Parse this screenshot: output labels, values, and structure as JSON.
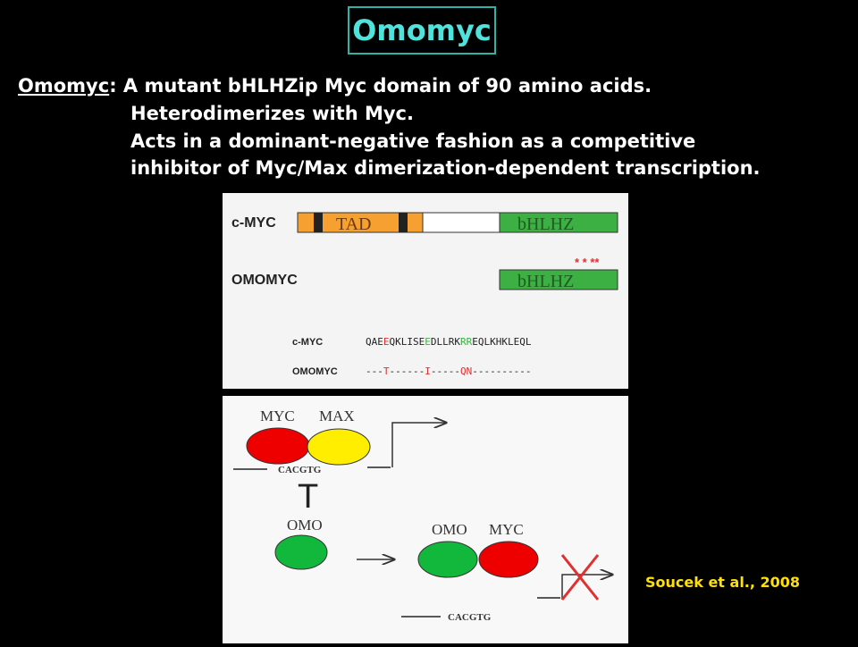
{
  "slide": {
    "title": "Omomyc",
    "term": "Omomyc",
    "desc_line1": ": A mutant bHLHZip Myc domain of 90 amino acids.",
    "desc_line2": "Heterodimerizes with Myc.",
    "desc_line3": "Acts in a dominant-negative fashion as a competitive",
    "desc_line4": "inhibitor of Myc/Max dimerization-dependent transcription.",
    "citation": "Soucek et al., 2008"
  },
  "domain_panel": {
    "cmyc_label": "c-MYC",
    "tad_label": "TAD",
    "bhlhz_label": "bHLHZ",
    "omomyc_label": "OMOMYC",
    "omomyc_bhlhz_label": "bHLHZ",
    "mutation_marks": "* * **",
    "seq_cmyc_label": "c-MYC",
    "seq_omomyc_label": "OMOMYC",
    "seq_cmyc": [
      "QAE",
      "E",
      "QKLISE",
      "E",
      "DLLRK",
      "RR",
      "EQLKHKLEQL"
    ],
    "seq_omomyc": [
      "---",
      "T",
      "------",
      "I",
      "-----",
      "QN",
      "----------"
    ]
  },
  "mechanism_panel": {
    "myc_label": "MYC",
    "max_label": "MAX",
    "ebox1": "CACGTG",
    "inhibit_symbol": "T",
    "omo_label": "OMO",
    "omo2_label": "OMO",
    "myc2_label": "MYC",
    "ebox2": "CACGTG"
  },
  "colors": {
    "background": "#000000",
    "title": "#4fe3dc",
    "title_border": "#2db3a8",
    "citation": "#ffe000",
    "tad_orange": "#f5a030",
    "bhlhz_green": "#3cb043",
    "mutation_red": "#e03030",
    "myc_red": "#ee0000",
    "max_yellow": "#ffee00",
    "omo_green": "#12b83c",
    "block_red": "#e03030"
  }
}
